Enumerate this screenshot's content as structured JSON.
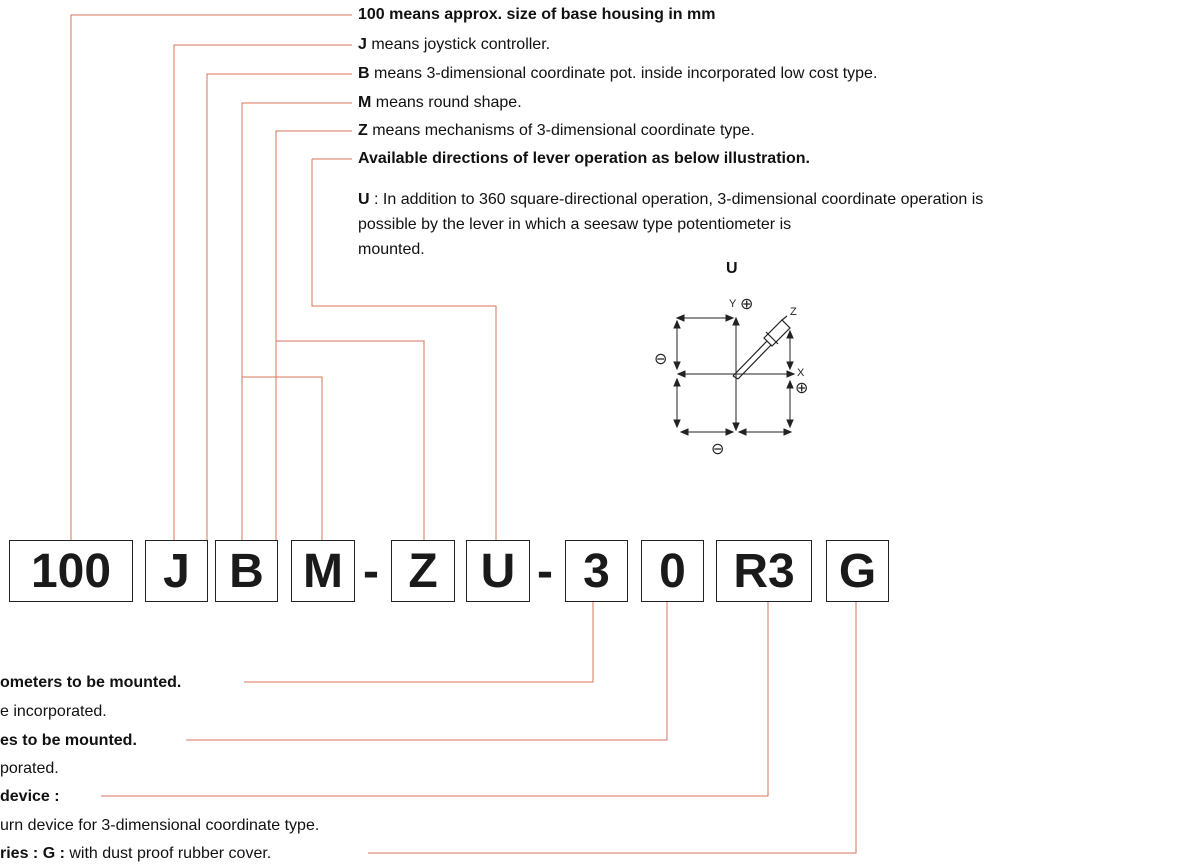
{
  "top_notes": {
    "n100": {
      "key": "100 means approx. size of base housing in mm",
      "rest": ""
    },
    "nJ": {
      "key": "J",
      "rest": " means joystick controller."
    },
    "nB": {
      "key": "B",
      "rest": " means 3-dimensional coordinate pot. inside incorporated low cost type."
    },
    "nM": {
      "key": "M",
      "rest": " means round shape."
    },
    "nZ": {
      "key": "Z",
      "rest": " means mechanisms of 3-dimensional coordinate type."
    },
    "nDir": {
      "key": "Available directions of lever operation as below illustration.",
      "rest": ""
    }
  },
  "u_description": {
    "key": "U",
    "line1": " : In addition to 360 square-directional operation, 3-dimensional coordinate operation is",
    "line2": "possible by the lever in which a seesaw type potentiometer is",
    "line3": "mounted."
  },
  "diagram": {
    "title": "U",
    "label_y": "Y",
    "label_x": "X",
    "label_z": "Z",
    "plus_symbol": "⊕",
    "minus_symbol": "⊖"
  },
  "code_boxes": {
    "b100": "100",
    "bJ": "J",
    "bB": "B",
    "bM": "M",
    "dash1": "-",
    "bZ": "Z",
    "bU": "U",
    "dash2": "-",
    "b3": "3",
    "b0": "0",
    "bR3": "R3",
    "bG": "G"
  },
  "bottom_notes": {
    "l1": "ometers to be mounted.",
    "l2": "e incorporated.",
    "l3": "es to be mounted.",
    "l4": "porated.",
    "l5": "device :",
    "l6": "urn device for 3-dimensional coordinate type.",
    "l7_key": "ries : G :",
    "l7_rest": " with dust proof rubber cover."
  },
  "colors": {
    "leader_line": "#d9745a",
    "box_border": "#222222",
    "text": "#111111"
  }
}
